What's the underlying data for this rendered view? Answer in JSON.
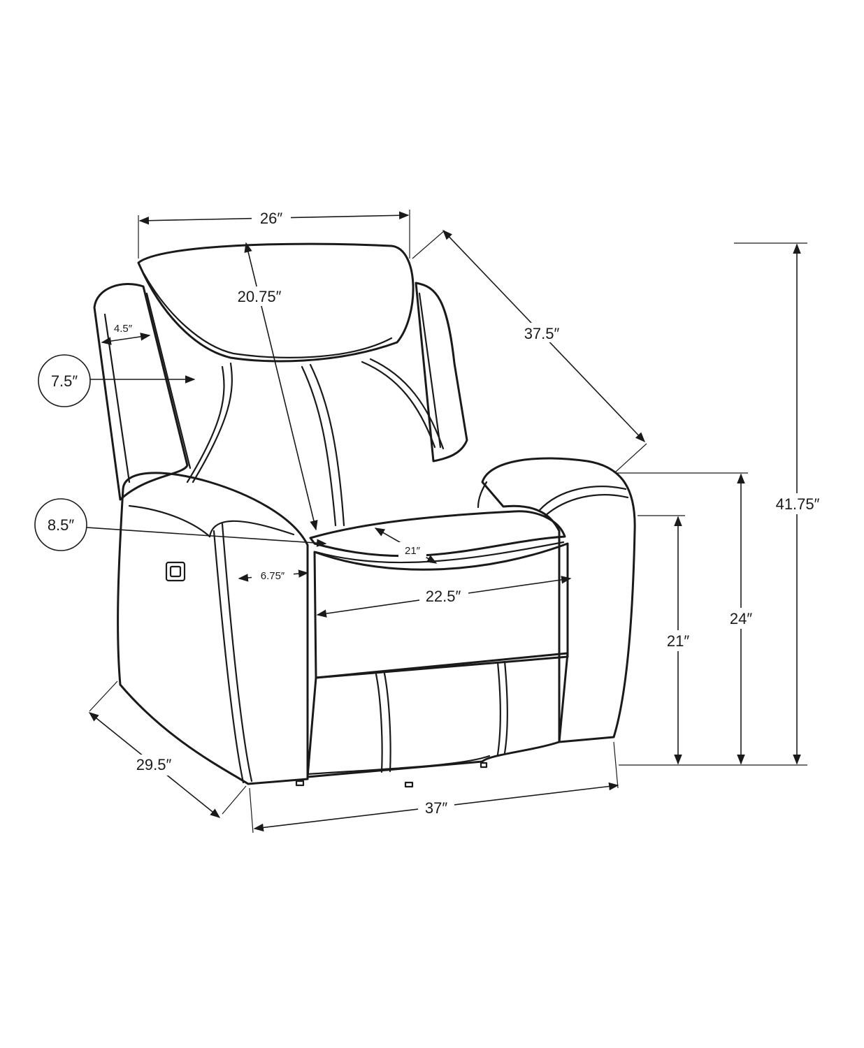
{
  "dimensions": {
    "top_width": "26″",
    "back_height": "20.75″",
    "diagonal_depth": "37.5″",
    "overall_height": "41.75″",
    "arm_height": "24″",
    "seat_height": "21″",
    "arm_top_width": "4.5″",
    "side_detail_a": "7.5″",
    "side_detail_b": "8.5″",
    "seat_depth": "21″",
    "arm_front_width": "6.75″",
    "seat_width": "22.5″",
    "side_depth": "29.5″",
    "overall_width": "37″"
  },
  "colors": {
    "line": "#1a1a1a",
    "background": "#ffffff"
  }
}
